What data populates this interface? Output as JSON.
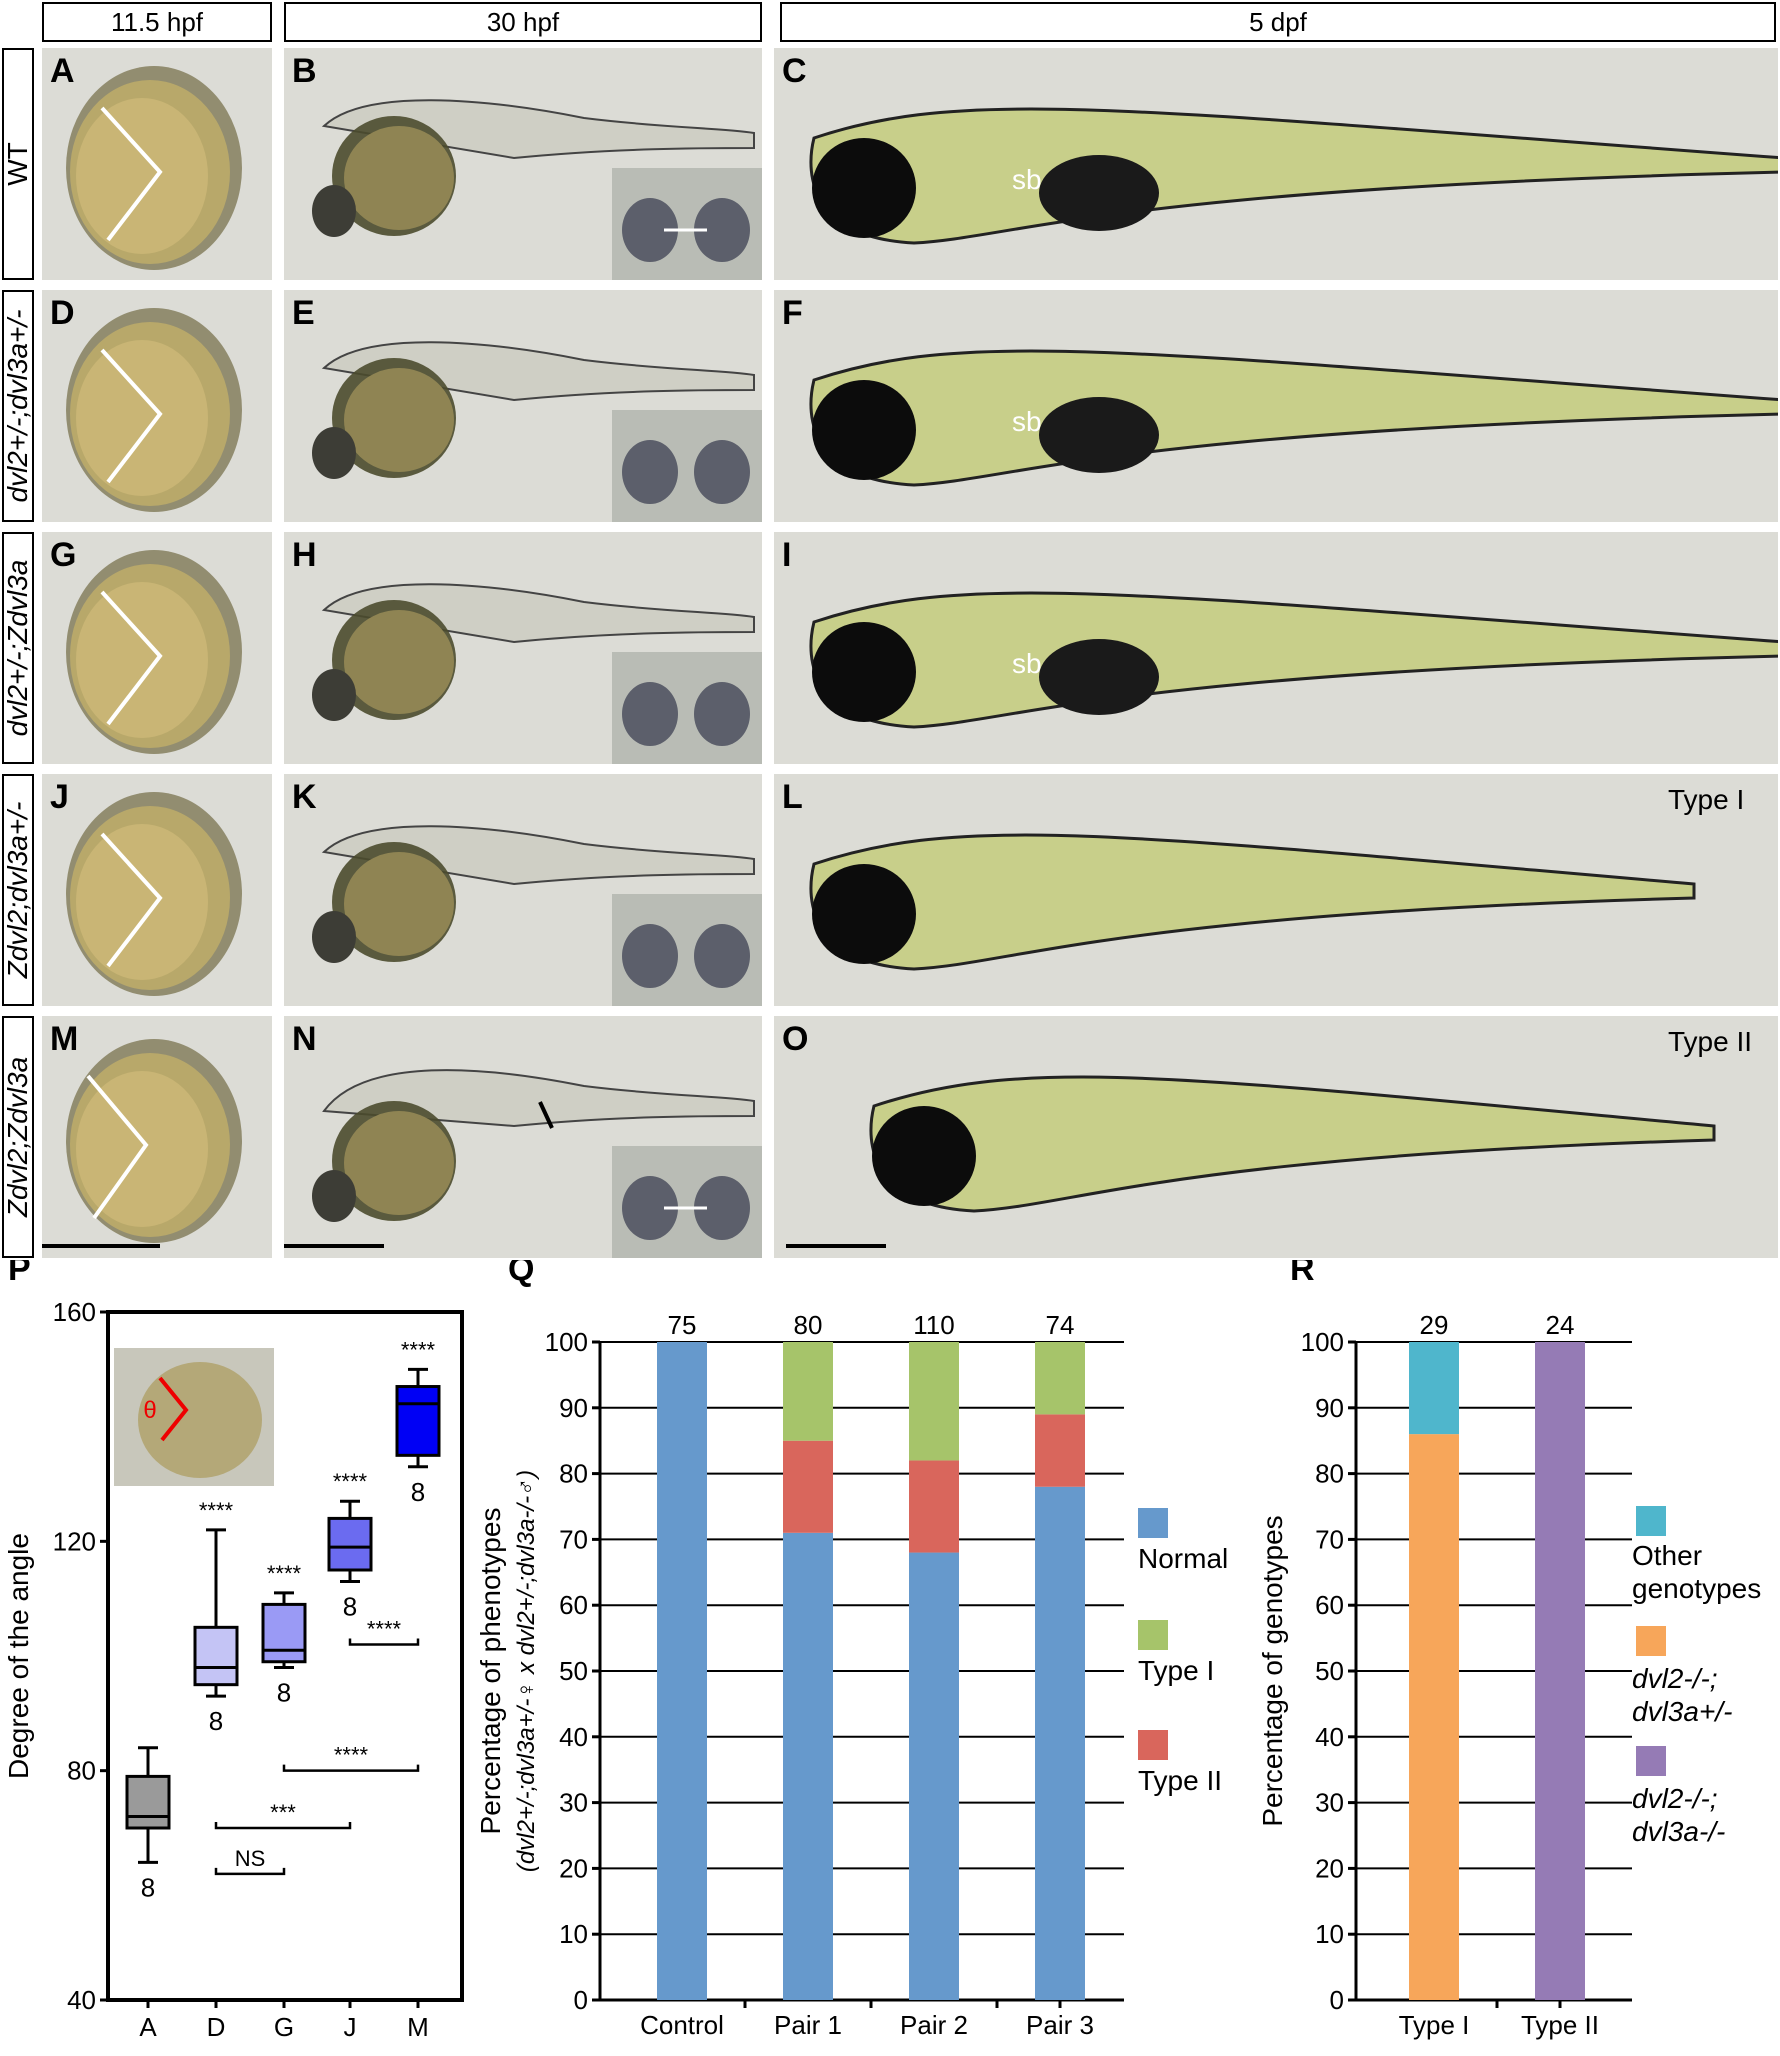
{
  "headers": {
    "col1": "11.5 hpf",
    "col2": "30 hpf",
    "col3": "5 dpf"
  },
  "row_labels": [
    "WT",
    "dvl2+/-;dvl3a+/-",
    "dvl2+/-;Zdvl3a",
    "Zdvl2;dvl3a+/-",
    "Zdvl2;Zdvl3a"
  ],
  "panel_letters": {
    "row1": [
      "A",
      "B",
      "C"
    ],
    "row2": [
      "D",
      "E",
      "F"
    ],
    "row3": [
      "G",
      "H",
      "I"
    ],
    "row4": [
      "J",
      "K",
      "L"
    ],
    "row5": [
      "M",
      "N",
      "O"
    ],
    "charts": [
      "P",
      "Q",
      "R"
    ]
  },
  "annotations": {
    "swim_bladder": "sb",
    "type1": "Type I",
    "type2": "Type II"
  },
  "colors": {
    "normal": "#6699cc",
    "type1": "#a6c46a",
    "type2": "#d9665c",
    "other_genotypes": "#4fb6cc",
    "dvl2_dvl3a_het": "#f7a65a",
    "dvl2_dvl3a_null": "#957bb5",
    "box_A": "#9a9a9a",
    "box_D": "#c4c4f5",
    "box_G": "#9a9af5",
    "box_J": "#6b6bf0",
    "box_M": "#0000f5"
  },
  "chart_data": [
    {
      "id": "P",
      "type": "box",
      "xlabel": "",
      "ylabel": "Degree of the angle",
      "ylim": [
        40,
        160
      ],
      "yticks": [
        40,
        80,
        120,
        160
      ],
      "inset_symbol": "θ",
      "categories": [
        "A",
        "D",
        "G",
        "J",
        "M"
      ],
      "boxes": [
        {
          "cat": "A",
          "min": 64,
          "q1": 70,
          "median": 72,
          "q3": 79,
          "max": 84,
          "n": "8",
          "sig": ""
        },
        {
          "cat": "D",
          "min": 93,
          "q1": 95,
          "median": 98,
          "q3": 105,
          "max": 122,
          "n": "8",
          "sig": "****"
        },
        {
          "cat": "G",
          "min": 98,
          "q1": 99,
          "median": 101,
          "q3": 109,
          "max": 111,
          "n": "8",
          "sig": "****"
        },
        {
          "cat": "J",
          "min": 113,
          "q1": 115,
          "median": 119,
          "q3": 124,
          "max": 127,
          "n": "8",
          "sig": "****"
        },
        {
          "cat": "M",
          "min": 133,
          "q1": 135,
          "median": 144,
          "q3": 147,
          "max": 150,
          "n": "8",
          "sig": "****"
        }
      ],
      "comparisons": [
        {
          "from": "D",
          "to": "G",
          "label": "NS"
        },
        {
          "from": "D",
          "to": "J",
          "label": "***"
        },
        {
          "from": "G",
          "to": "M",
          "label": "****"
        },
        {
          "from": "J",
          "to": "M",
          "label": "****"
        }
      ]
    },
    {
      "id": "Q",
      "type": "bar",
      "stacked": true,
      "ylabel": "Percentage of phenotypes",
      "ylabel2": "(dvl2+/-;dvl3a+/-♀ x dvl2+/-;dvl3a-/-♂)",
      "ylim": [
        0,
        100
      ],
      "yticks": [
        0,
        10,
        20,
        30,
        40,
        50,
        60,
        70,
        80,
        90,
        100
      ],
      "grid": true,
      "categories": [
        "Control",
        "Pair 1",
        "Pair 2",
        "Pair 3"
      ],
      "totals": [
        "75",
        "80",
        "110",
        "74"
      ],
      "series": [
        {
          "name": "Normal",
          "values": [
            100,
            71,
            68,
            78
          ]
        },
        {
          "name": "Type II",
          "values": [
            0,
            14,
            14,
            11
          ]
        },
        {
          "name": "Type I",
          "values": [
            0,
            15,
            18,
            11
          ]
        }
      ],
      "legend": [
        "Normal",
        "Type I",
        "Type II"
      ]
    },
    {
      "id": "R",
      "type": "bar",
      "stacked": true,
      "ylabel": "Percentage of genotypes",
      "ylim": [
        0,
        100
      ],
      "yticks": [
        0,
        10,
        20,
        30,
        40,
        50,
        60,
        70,
        80,
        90,
        100
      ],
      "grid": true,
      "categories": [
        "Type I",
        "Type II"
      ],
      "totals": [
        "29",
        "24"
      ],
      "series": [
        {
          "name": "dvl2-/-; dvl3a+/-",
          "values": [
            86,
            0
          ]
        },
        {
          "name": "dvl2-/-; dvl3a-/-",
          "values": [
            0,
            100
          ]
        },
        {
          "name": "Other genotypes",
          "values": [
            14,
            0
          ]
        }
      ],
      "legend": [
        "Other genotypes",
        "dvl2-/-; dvl3a+/-",
        "dvl2-/-; dvl3a-/-"
      ]
    }
  ]
}
